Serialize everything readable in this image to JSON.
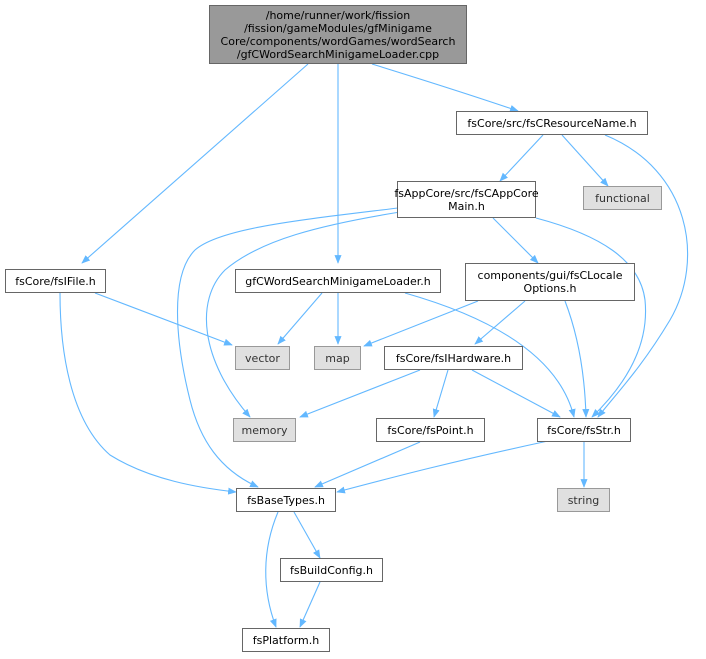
{
  "colors": {
    "edge": "#63b8ff",
    "root_fill": "#999999",
    "external_fill": "#e0e0e0",
    "node_border": "#666666"
  },
  "nodes": {
    "root": "/home/runner/work/fission\n/fission/gameModules/gfMinigame\nCore/components/wordGames/wordSearch\n/gfCWordSearchMinigameLoader.cpp",
    "fsresourcename": "fsCore/src/fsCResourceName.h",
    "functional": "functional",
    "appcoremain": "fsAppCore/src/fsCAppCore\nMain.h",
    "fsifile": "fsCore/fsIFile.h",
    "loader_h": "gfCWordSearchMinigameLoader.h",
    "localeoptions": "components/gui/fsCLocale\nOptions.h",
    "vector": "vector",
    "map": "map",
    "ihardware": "fsCore/fsIHardware.h",
    "memory": "memory",
    "fspoint": "fsCore/fsPoint.h",
    "fsstr": "fsCore/fsStr.h",
    "string": "string",
    "basetypes": "fsBaseTypes.h",
    "buildconfig": "fsBuildConfig.h",
    "platform": "fsPlatform.h"
  }
}
